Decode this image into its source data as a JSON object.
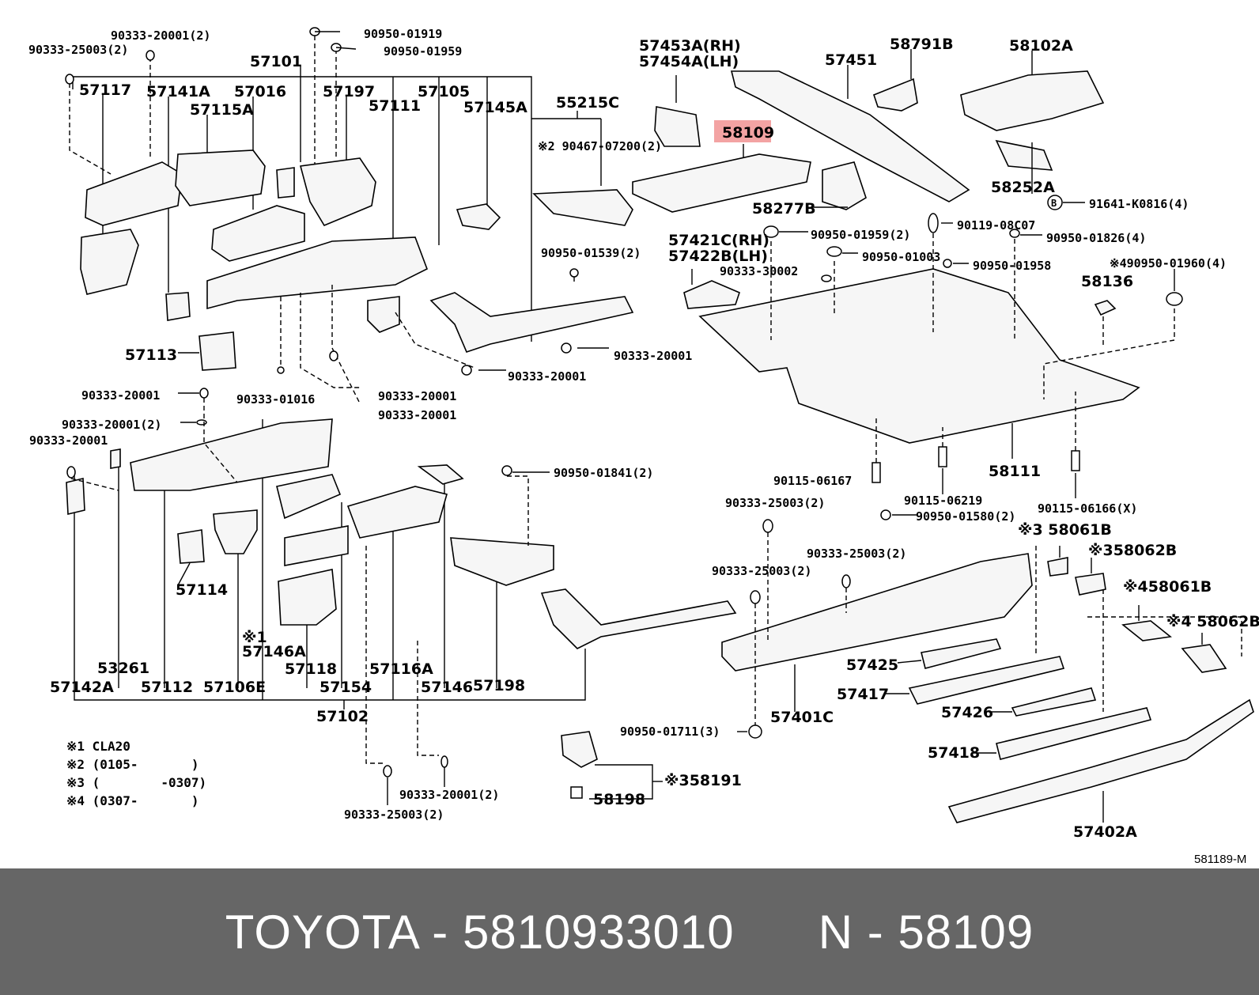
{
  "footer": {
    "brand": "TOYOTA",
    "part_number": "5810933010",
    "ref_label": "N",
    "highlighted_part": "58109"
  },
  "diagram_ref_code": "581189-M",
  "notes": [
    "※1 CLA20",
    "※2 (0105-       )",
    "※3 (        -0307)",
    "※4 (0307-       )"
  ],
  "highlight_color": "#f3a3a3",
  "labels": {
    "l57101": "57101",
    "l57117": "57117",
    "l57141A": "57141A",
    "l57016": "57016",
    "l57197": "57197",
    "l57105": "57105",
    "l57115A": "57115A",
    "l57111": "57111",
    "l57145A": "57145A",
    "l55215C": "55215C",
    "l57453A": "57453A(RH)",
    "l57454A": "57454A(LH)",
    "l57451": "57451",
    "l58791B": "58791B",
    "l58102A": "58102A",
    "l58109": "58109",
    "l58252A": "58252A",
    "l58277B": "58277B",
    "l57421C": "57421C(RH)",
    "l57422B": "57422B(LH)",
    "l58136": "58136",
    "l57113": "57113",
    "l58111": "58111",
    "l57114": "57114",
    "l53261": "53261",
    "l57142A": "57142A",
    "l57112": "57112",
    "l57106E": "57106E",
    "l57146A_note": "※1",
    "l57146A": "57146A",
    "l57118": "57118",
    "l57154": "57154",
    "l57116A": "57116A",
    "l57146": "57146",
    "l57198": "57198",
    "l57102": "57102",
    "l58061B_3": "※3 58061B",
    "l58062B_3": "※358062B",
    "l58061B_4": "※458061B",
    "l58062B_4": "※4 58062B",
    "l57425": "57425",
    "l57417": "57417",
    "l57426": "57426",
    "l57401C": "57401C",
    "l57418": "57418",
    "l57402A": "57402A",
    "l58191": "※358191",
    "l58198": "58198",
    "f90333_20001_2_top": "90333-20001(2)",
    "f90333_25003_2_top": "90333-25003(2)",
    "f90950_01919": "90950-01919",
    "f90950_01959": "90950-01959",
    "f90467_07200": "※2 90467-07200(2)",
    "f90950_01539": "90950-01539(2)",
    "f90333_20001_a": "90333-20001",
    "f90333_20001_b": "90333-20001",
    "f90333_20001_c": "90333-20001",
    "f90333_20001_d": "90333-20001",
    "f90333_01016": "90333-01016",
    "f90333_20001_e": "90333-20001",
    "f90333_20001_2_mid": "90333-20001(2)",
    "f90333_20001_f": "90333-20001",
    "f90950_01841": "90950-01841(2)",
    "f91641_K0816": "91641-K0816(4)",
    "f90119_08C07": "90119-08C07",
    "f90950_01959_2": "90950-01959(2)",
    "f90950_01826": "90950-01826(4)",
    "f90950_01003": "90950-01003",
    "f90950_01958": "90950-01958",
    "f90333_30002": "90333-30002",
    "f90950_01960": "※490950-01960(4)",
    "f90115_06167": "90115-06167",
    "f90115_06219": "90115-06219",
    "f90115_06166": "90115-06166(X)",
    "f90950_01580": "90950-01580(2)",
    "f90333_25003_2_a": "90333-25003(2)",
    "f90333_25003_2_b": "90333-25003(2)",
    "f90333_25003_2_c": "90333-25003(2)",
    "f90950_01711": "90950-01711(3)",
    "f90333_20001_2_bot": "90333-20001(2)",
    "f90333_25003_2_bot": "90333-25003(2)"
  }
}
